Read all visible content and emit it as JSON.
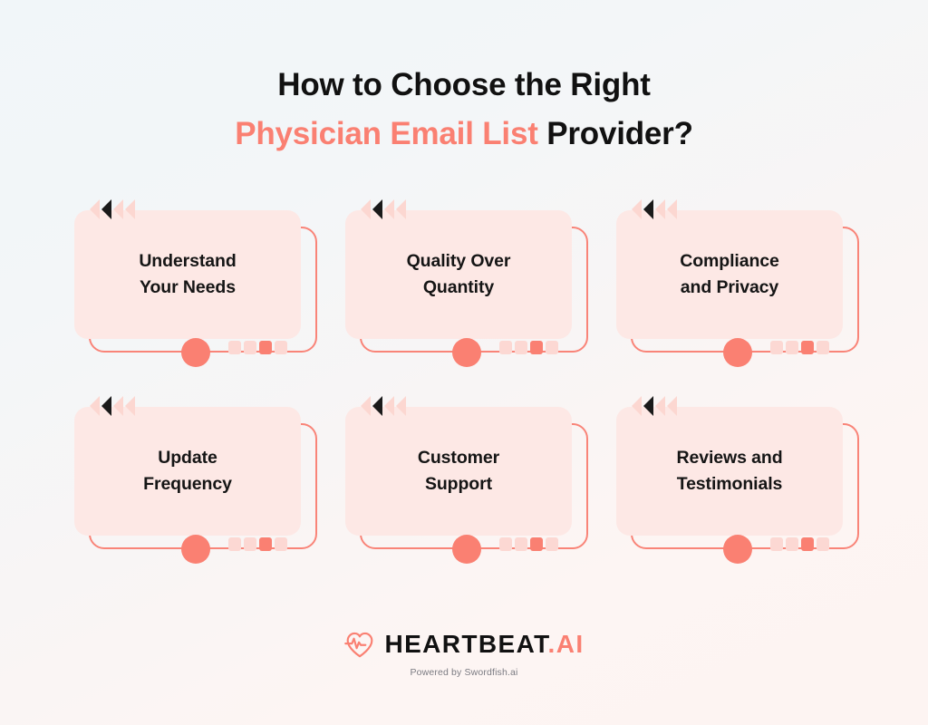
{
  "background": {
    "gradient_from": "#f1f6f9",
    "gradient_to": "#fdf4f2"
  },
  "theme": {
    "accent": "#fa8072",
    "panel_fill": "#fde8e5",
    "outline": "#f98478",
    "marker_pale": "#fcd7d1",
    "marker_dark": "#1a1a1a",
    "text": "#151515"
  },
  "title": {
    "line1": "How to Choose the Right",
    "line2_accent": "Physician Email List",
    "line2_rest": " Provider?"
  },
  "cards": [
    {
      "label": "Understand\nYour Needs",
      "arrow_icons": [
        "triangle-left-icon",
        "triangle-left-icon",
        "triangle-left-icon",
        "triangle-left-icon"
      ],
      "active_arrow_index": 1,
      "active_square_index": 2
    },
    {
      "label": "Quality Over\nQuantity",
      "arrow_icons": [
        "triangle-left-icon",
        "triangle-left-icon",
        "triangle-left-icon",
        "triangle-left-icon"
      ],
      "active_arrow_index": 1,
      "active_square_index": 2
    },
    {
      "label": "Compliance\nand Privacy",
      "arrow_icons": [
        "triangle-left-icon",
        "triangle-left-icon",
        "triangle-left-icon",
        "triangle-left-icon"
      ],
      "active_arrow_index": 1,
      "active_square_index": 2
    },
    {
      "label": "Update\nFrequency",
      "arrow_icons": [
        "triangle-left-icon",
        "triangle-left-icon",
        "triangle-left-icon",
        "triangle-left-icon"
      ],
      "active_arrow_index": 1,
      "active_square_index": 2
    },
    {
      "label": "Customer\nSupport",
      "arrow_icons": [
        "triangle-left-icon",
        "triangle-left-icon",
        "triangle-left-icon",
        "triangle-left-icon"
      ],
      "active_arrow_index": 1,
      "active_square_index": 2
    },
    {
      "label": "Reviews and\nTestimonials",
      "arrow_icons": [
        "triangle-left-icon",
        "triangle-left-icon",
        "triangle-left-icon",
        "triangle-left-icon"
      ],
      "active_arrow_index": 1,
      "active_square_index": 2
    }
  ],
  "logo": {
    "icon": "heart-pulse-icon",
    "name": "HEARTBEAT",
    "suffix": ".AI",
    "tagline": "Powered by Swordfish.ai"
  }
}
